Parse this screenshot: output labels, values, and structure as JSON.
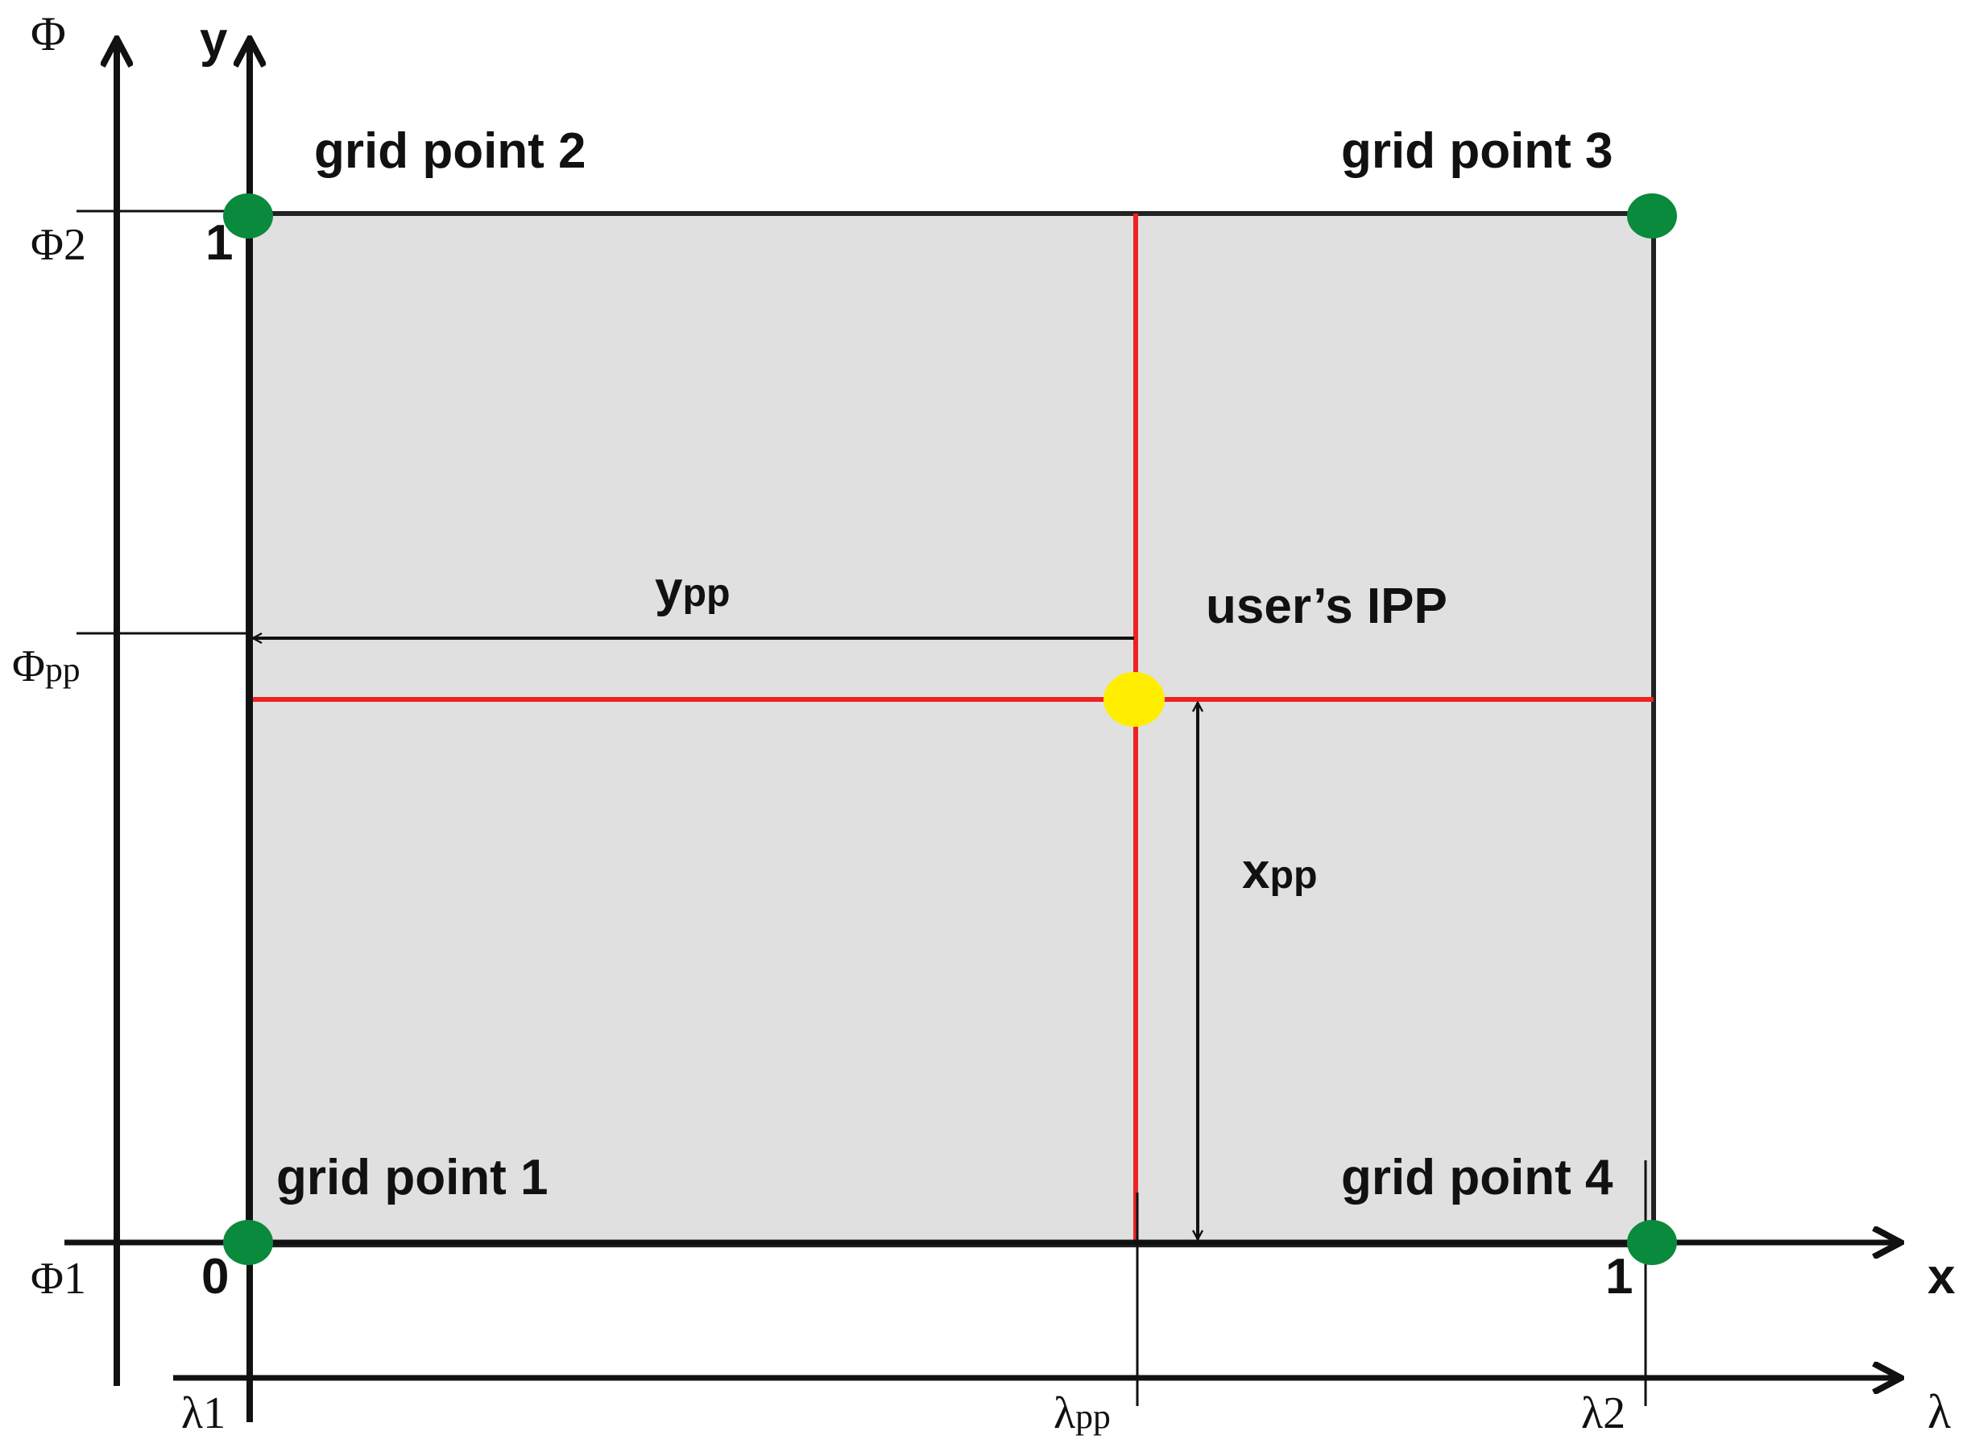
{
  "colors": {
    "cell_fill": "#e0e0e0",
    "axis": "#111111",
    "red_line": "#ee2222",
    "grid_point": "#0a8a3c",
    "user_point": "#ffee00"
  },
  "icons": {
    "grid_point": "green-dot",
    "user_point": "yellow-dot"
  },
  "grid_points": {
    "p1": "grid point 1",
    "p2": "grid point 2",
    "p3": "grid point 3",
    "p4": "grid point 4"
  },
  "user_label": "user’s IPP",
  "axis_labels": {
    "x": "x",
    "y": "y",
    "phi": "Φ",
    "lambda": "λ"
  },
  "phi_ticks": {
    "phi2_base": "Φ",
    "phi2_sub": "2",
    "phipp_base": "Φ",
    "phipp_sub": "pp",
    "phi1_base": "Φ",
    "phi1_sub": "1"
  },
  "lambda_ticks": {
    "l1_base": "λ",
    "l1_sub": "1",
    "lpp_base": "λ",
    "lpp_sub": "pp",
    "l2_base": "λ",
    "l2_sub": "2"
  },
  "unit_ticks": {
    "y_one": "1",
    "origin_zero": "0",
    "x_one": "1"
  },
  "measures": {
    "ypp_base": "y",
    "ypp_sub": "pp",
    "xpp_base": "x",
    "xpp_sub": "pp"
  }
}
